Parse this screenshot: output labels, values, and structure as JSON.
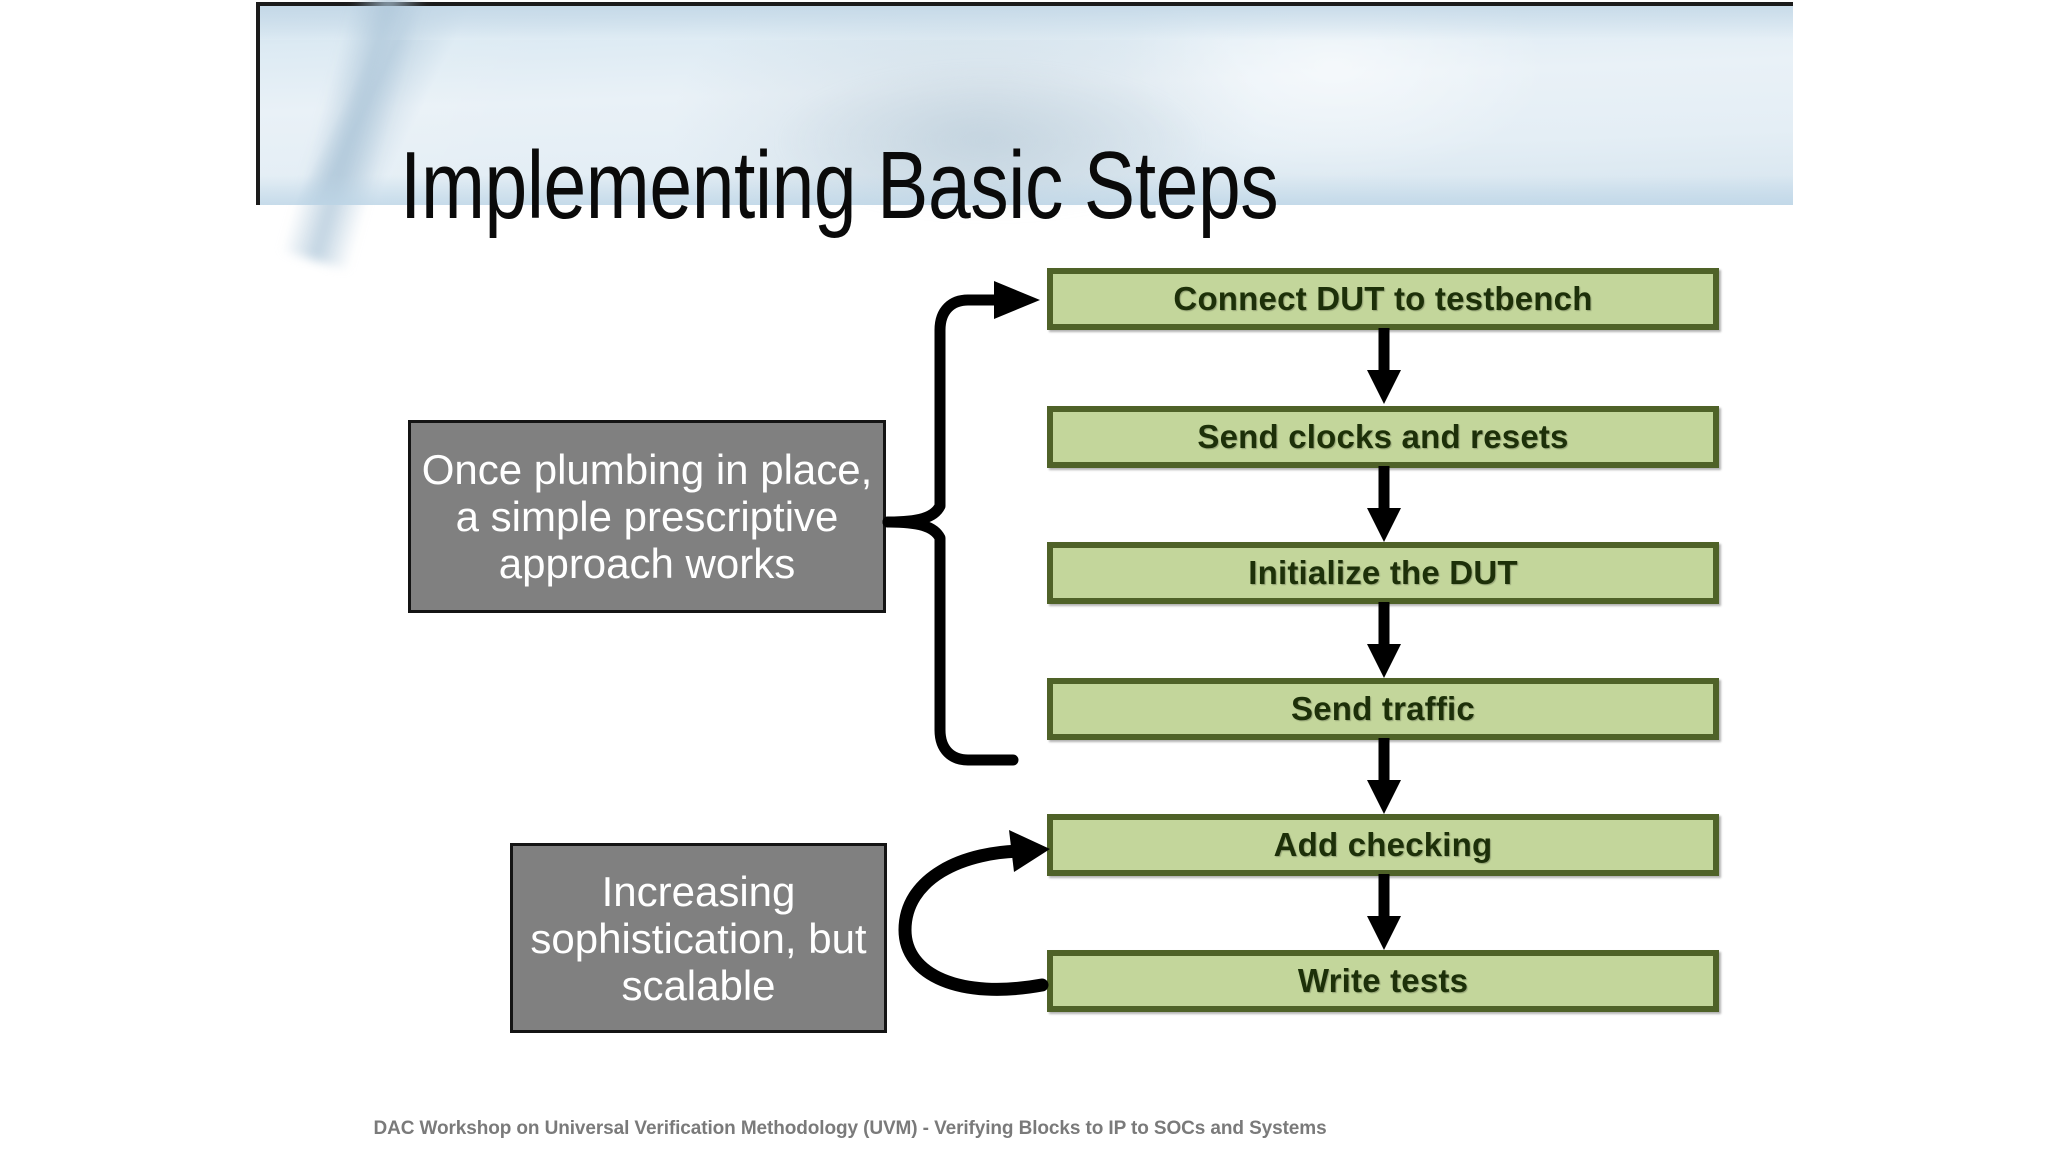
{
  "slide": {
    "title": "Implementing Basic Steps",
    "footer": "DAC Workshop on Universal Verification Methodology (UVM) - Verifying Blocks to IP to SOCs and Systems"
  },
  "colors": {
    "box_fill": "#c3d69b",
    "box_border": "#4f6228",
    "box_text": "#1d3009",
    "callout_fill": "#808080",
    "callout_border": "#141414",
    "callout_text": "#ffffff",
    "connector": "#000000",
    "banner_blue": "#dceaf3",
    "footer_text": "#7a7a7a",
    "title_text": "#0a0a0a"
  },
  "flow": {
    "steps": [
      {
        "label": "Connect DUT to testbench"
      },
      {
        "label": "Send clocks and resets"
      },
      {
        "label": "Initialize the DUT"
      },
      {
        "label": "Send traffic"
      },
      {
        "label": "Add checking"
      },
      {
        "label": "Write tests"
      }
    ],
    "arrows": [
      {
        "name": "arrow-connect-to-clocks"
      },
      {
        "name": "arrow-clocks-to-initialize"
      },
      {
        "name": "arrow-initialize-to-traffic"
      },
      {
        "name": "arrow-traffic-to-checking"
      },
      {
        "name": "arrow-checking-to-writetests"
      }
    ]
  },
  "callouts": [
    {
      "name": "callout-plumbing",
      "lines": [
        "Once plumbing in",
        "place, a simple",
        "prescriptive",
        "approach works"
      ],
      "text": "Once plumbing in place, a simple prescriptive approach works",
      "groups_steps": [
        "Connect DUT to testbench",
        "Send clocks and resets",
        "Initialize the DUT",
        "Send traffic"
      ]
    },
    {
      "name": "callout-sophistication",
      "lines": [
        "Increasing",
        "sophisticatio",
        "n, but",
        "scalable"
      ],
      "text": "Increasing sophistication, but scalable",
      "groups_steps": [
        "Add checking",
        "Write tests"
      ]
    }
  ],
  "connectors": {
    "brace": {
      "name": "curly-brace-connector",
      "points_to": "Connect DUT to testbench"
    },
    "loop": {
      "name": "circular-loop-arrow",
      "from": "Write tests",
      "to": "Add checking"
    }
  }
}
